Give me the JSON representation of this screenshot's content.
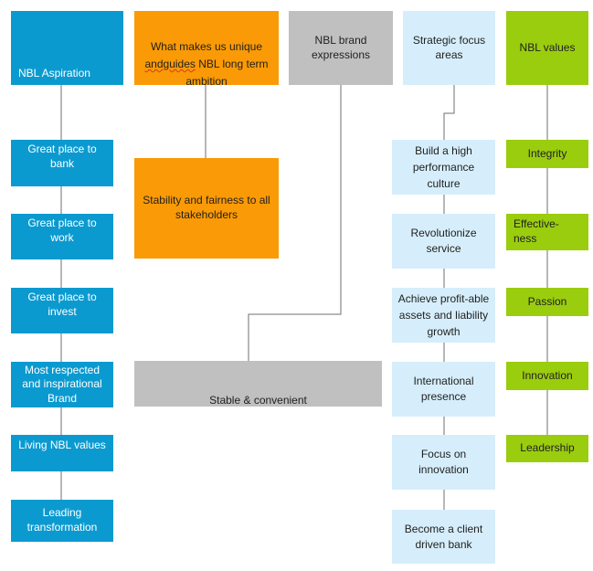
{
  "columns": {
    "aspiration": {
      "header": "NBL Aspiration",
      "items": [
        "Great place to bank",
        "Great place to work",
        "Great place to invest",
        "Most respected and inspirational Brand",
        "Living NBL values",
        "Leading transformation"
      ]
    },
    "unique": {
      "header_line1": "What makes us unique",
      "header_word": "andguides",
      "header_line2_rest": " NBL long term",
      "header_line3": "ambition",
      "item": "Stability and fairness to all stakeholders"
    },
    "brand": {
      "header": "NBL brand expressions",
      "item": "Stable & convenient"
    },
    "strategic": {
      "header": "Strategic focus areas",
      "items": [
        "Build a high performance culture",
        "Revolutionize service",
        "Achieve profit-able assets and liability growth",
        "International presence",
        "Focus on innovation",
        "Become a client driven bank"
      ]
    },
    "values": {
      "header": "NBL values",
      "items": [
        "Integrity",
        "Effective-ness",
        "Passion",
        "Innovation",
        "Leadership"
      ]
    }
  }
}
